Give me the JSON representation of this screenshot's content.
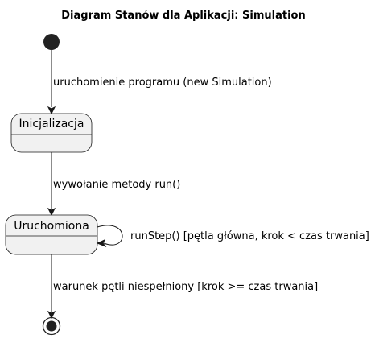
{
  "title": "Diagram Stanów dla Aplikacji: Simulation",
  "states": {
    "init": {
      "label": "Inicjalizacja"
    },
    "running": {
      "label": "Uruchomiona"
    }
  },
  "transitions": {
    "start_to_init": {
      "label": "uruchomienie programu (new Simulation)"
    },
    "init_to_running": {
      "label": "wywołanie metody run()"
    },
    "running_self": {
      "label": "runStep() [pętla główna, krok < czas trwania]"
    },
    "running_to_end": {
      "label": "warunek pętli niespełniony [krok >= czas trwania]"
    }
  },
  "colors": {
    "state_fill": "#F1F1F1",
    "stroke": "#181818",
    "node": "#222222"
  }
}
